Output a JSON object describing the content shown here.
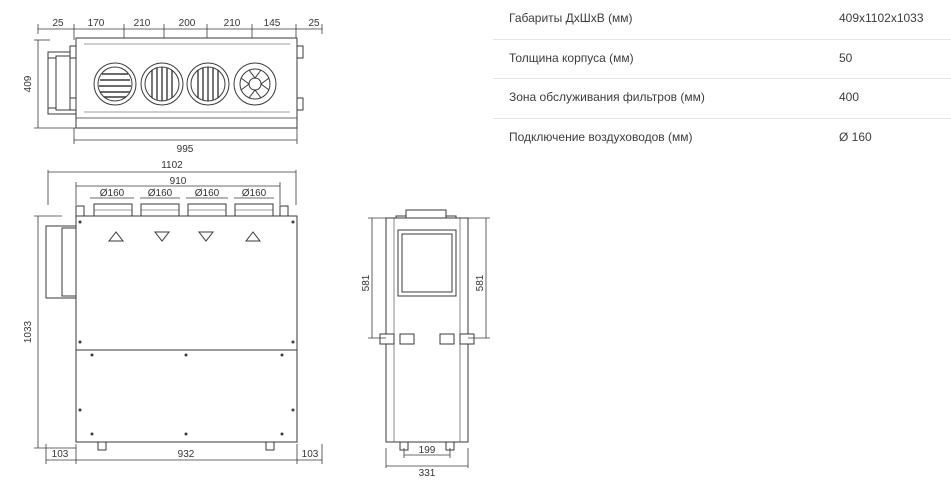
{
  "drawing": {
    "top_view": {
      "dims_top": [
        "25",
        "170",
        "210",
        "200",
        "210",
        "145",
        "25"
      ],
      "height": "409",
      "width_bottom": "995"
    },
    "front_view": {
      "overall_width": "1102",
      "inner_width": "910",
      "duct_labels": [
        "Ø160",
        "Ø160",
        "Ø160",
        "Ø160"
      ],
      "height": "1033",
      "bottom_left": "103",
      "bottom_mid": "932",
      "bottom_right": "103"
    },
    "side_view": {
      "height_left": "581",
      "height_right": "581",
      "bottom_inner": "199",
      "bottom_outer": "331"
    }
  },
  "specs": [
    {
      "label": "Габариты ДхШхВ (мм)",
      "value": "409x1102x1033"
    },
    {
      "label": "Толщина корпуса (мм)",
      "value": "50"
    },
    {
      "label": "Зона обслуживания фильтров (мм)",
      "value": "400"
    },
    {
      "label": "Подключение воздуховодов (мм)",
      "value": "Ø 160"
    }
  ]
}
